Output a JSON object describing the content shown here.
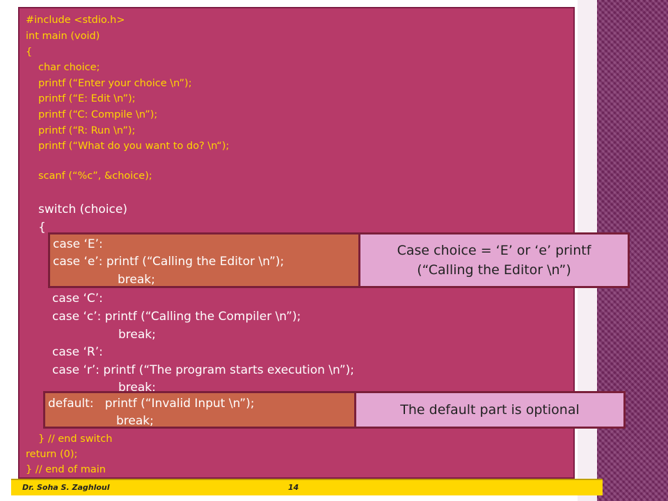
{
  "code": {
    "include": "#include <stdio.h>",
    "main_sig": "int main (void)",
    "brace_open": "{",
    "decl": "char choice;",
    "p1": "printf (“Enter your choice \\n”);",
    "p2": "printf (“E: Edit \\n”);",
    "p3": "printf (“C: Compile \\n”);",
    "p4": "printf (“R: Run \\n”);",
    "p5": "printf (“What do you want to do? \\n“);",
    "scanf": "scanf (“%c”, &choice);",
    "switch": "switch (choice)",
    "switch_brace": "{",
    "case_E": "case ‘E’:",
    "case_e": "case ‘e’: printf (“Calling the Editor \\n”);",
    "break1": "break;",
    "case_C": "case ‘C’:",
    "case_c": "case ‘c’: printf (“Calling the Compiler \\n”);",
    "break2": "break;",
    "case_R": "case ‘R’:",
    "case_r": "case ‘r’: printf (“The program starts execution \\n”);",
    "break3": "break;",
    "default": "default:   printf (“Invalid Input \\n”);",
    "break4": "break;",
    "end_switch": "} // end switch",
    "return": "return (0);",
    "end_main": "} // end of main"
  },
  "notes": {
    "case_note_line1": "Case choice = ‘E’ or ‘e’ printf",
    "case_note_line2": "(“Calling the Editor \\n”)",
    "default_note": "The default part is optional"
  },
  "footer": {
    "author": "Dr. Soha S. Zaghloul",
    "page": "14"
  },
  "colors": {
    "panel": "#b73a69",
    "code_text": "#ffd700",
    "highlight": "#c8654a",
    "note_bg": "#e3a7d2",
    "footer_bg": "#ffd700"
  }
}
